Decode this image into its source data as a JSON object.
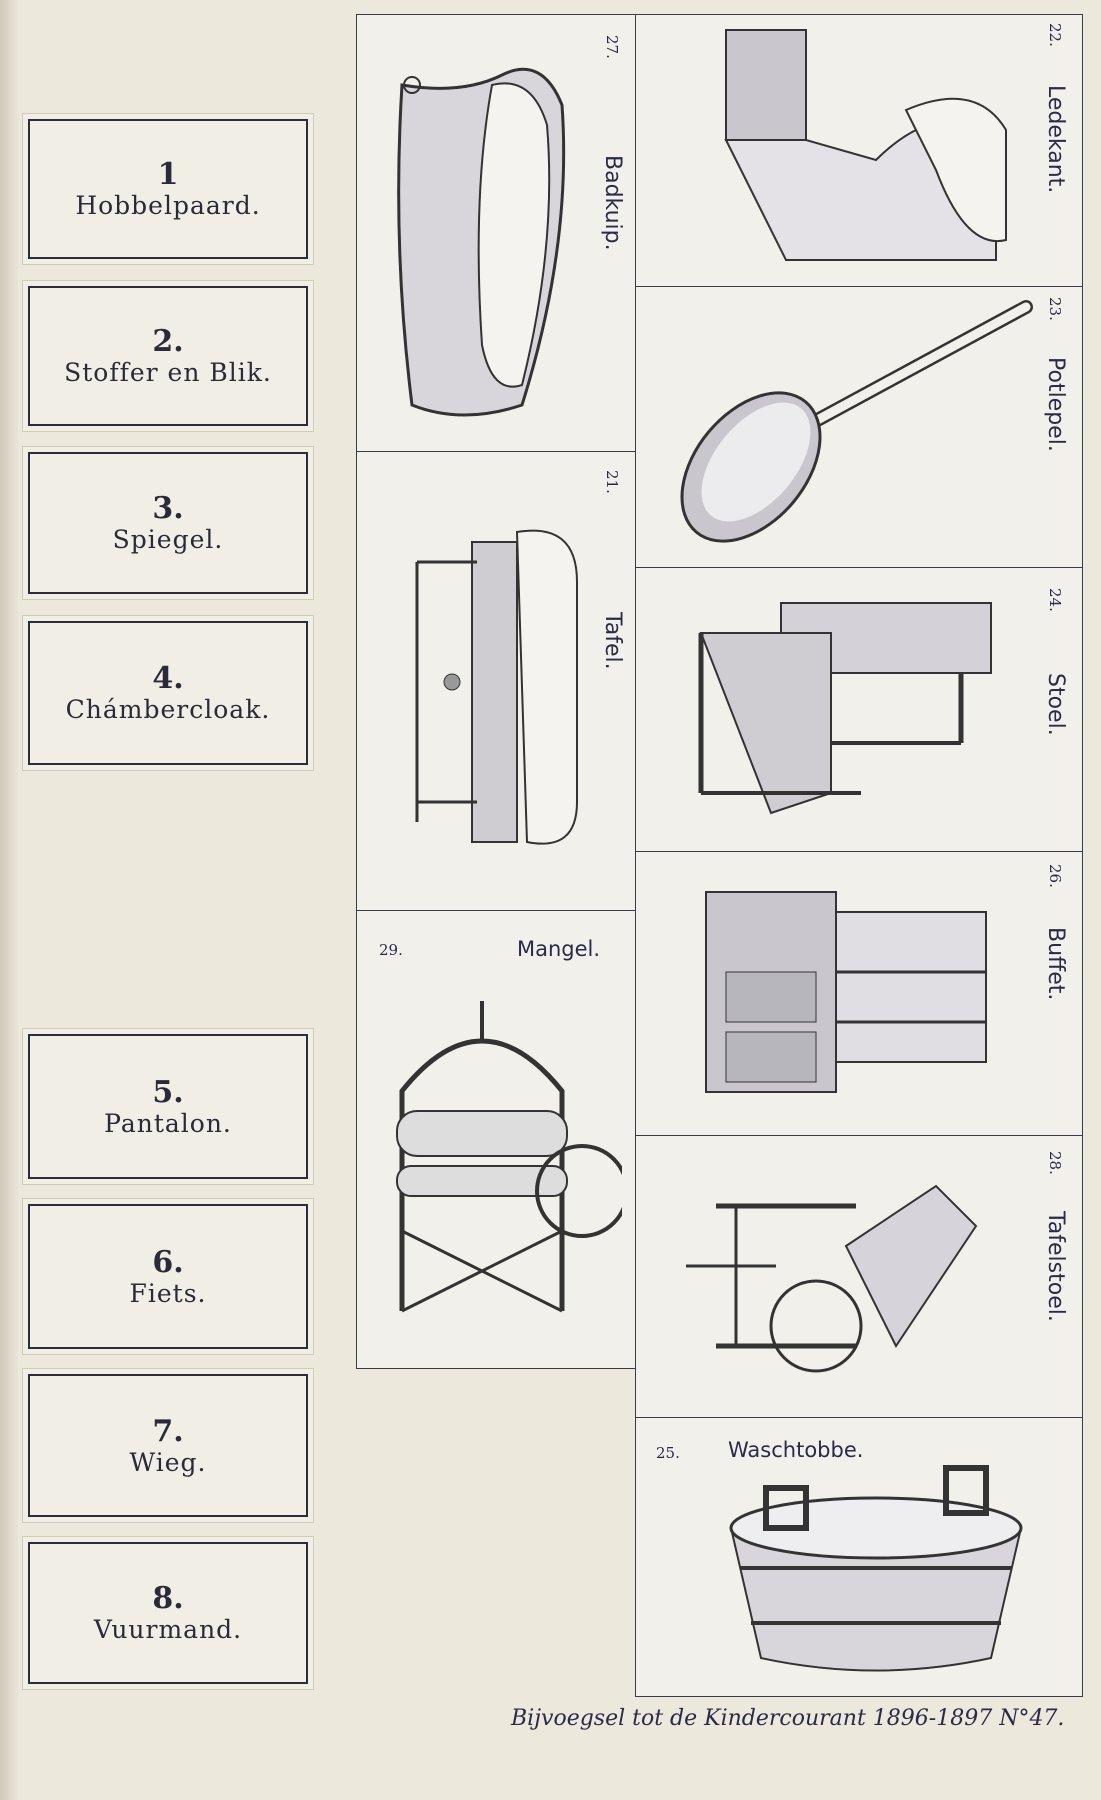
{
  "word_list": [
    {
      "number": "1",
      "label": "Hobbelpaard."
    },
    {
      "number": "2.",
      "label": "Stoffer en Blik."
    },
    {
      "number": "3.",
      "label": "Spiegel."
    },
    {
      "number": "4.",
      "label": "Chámbercloak."
    },
    {
      "number": "5.",
      "label": "Pantalon."
    },
    {
      "number": "6.",
      "label": "Fiets."
    },
    {
      "number": "7.",
      "label": "Wieg."
    },
    {
      "number": "8.",
      "label": "Vuurmand."
    }
  ],
  "pictures": {
    "p27": {
      "number": "27.",
      "label": "Badkuip."
    },
    "p21": {
      "number": "21.",
      "label": "Tafel."
    },
    "p29": {
      "number": "29.",
      "label": "Mangel."
    },
    "p22": {
      "number": "22.",
      "label": "Ledekant."
    },
    "p23": {
      "number": "23.",
      "label": "Potlepel."
    },
    "p24": {
      "number": "24.",
      "label": "Stoel."
    },
    "p26": {
      "number": "26.",
      "label": "Buffet."
    },
    "p28": {
      "number": "28.",
      "label": "Tafelstoel."
    },
    "p25": {
      "number": "25.",
      "label": "Waschtobbe."
    }
  },
  "footer": "Bijvoegsel tot de Kindercourant 1896-1897 N°47."
}
